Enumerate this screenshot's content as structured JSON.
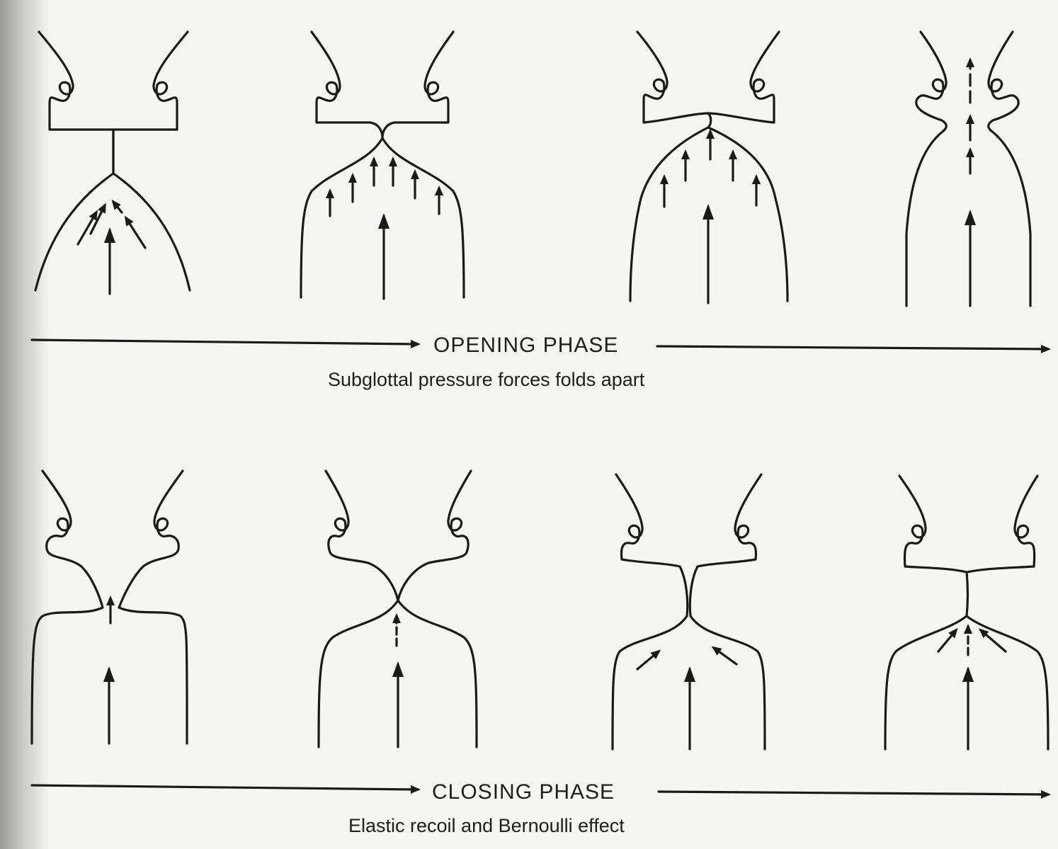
{
  "opening": {
    "phase_label": "OPENING PHASE",
    "caption": "Subglottal pressure forces folds apart"
  },
  "closing": {
    "phase_label": "CLOSING PHASE",
    "caption": "Elastic recoil and Bernoulli effect"
  },
  "colors": {
    "ink": "#1a1a1a",
    "paper": "#f5f5f3"
  }
}
